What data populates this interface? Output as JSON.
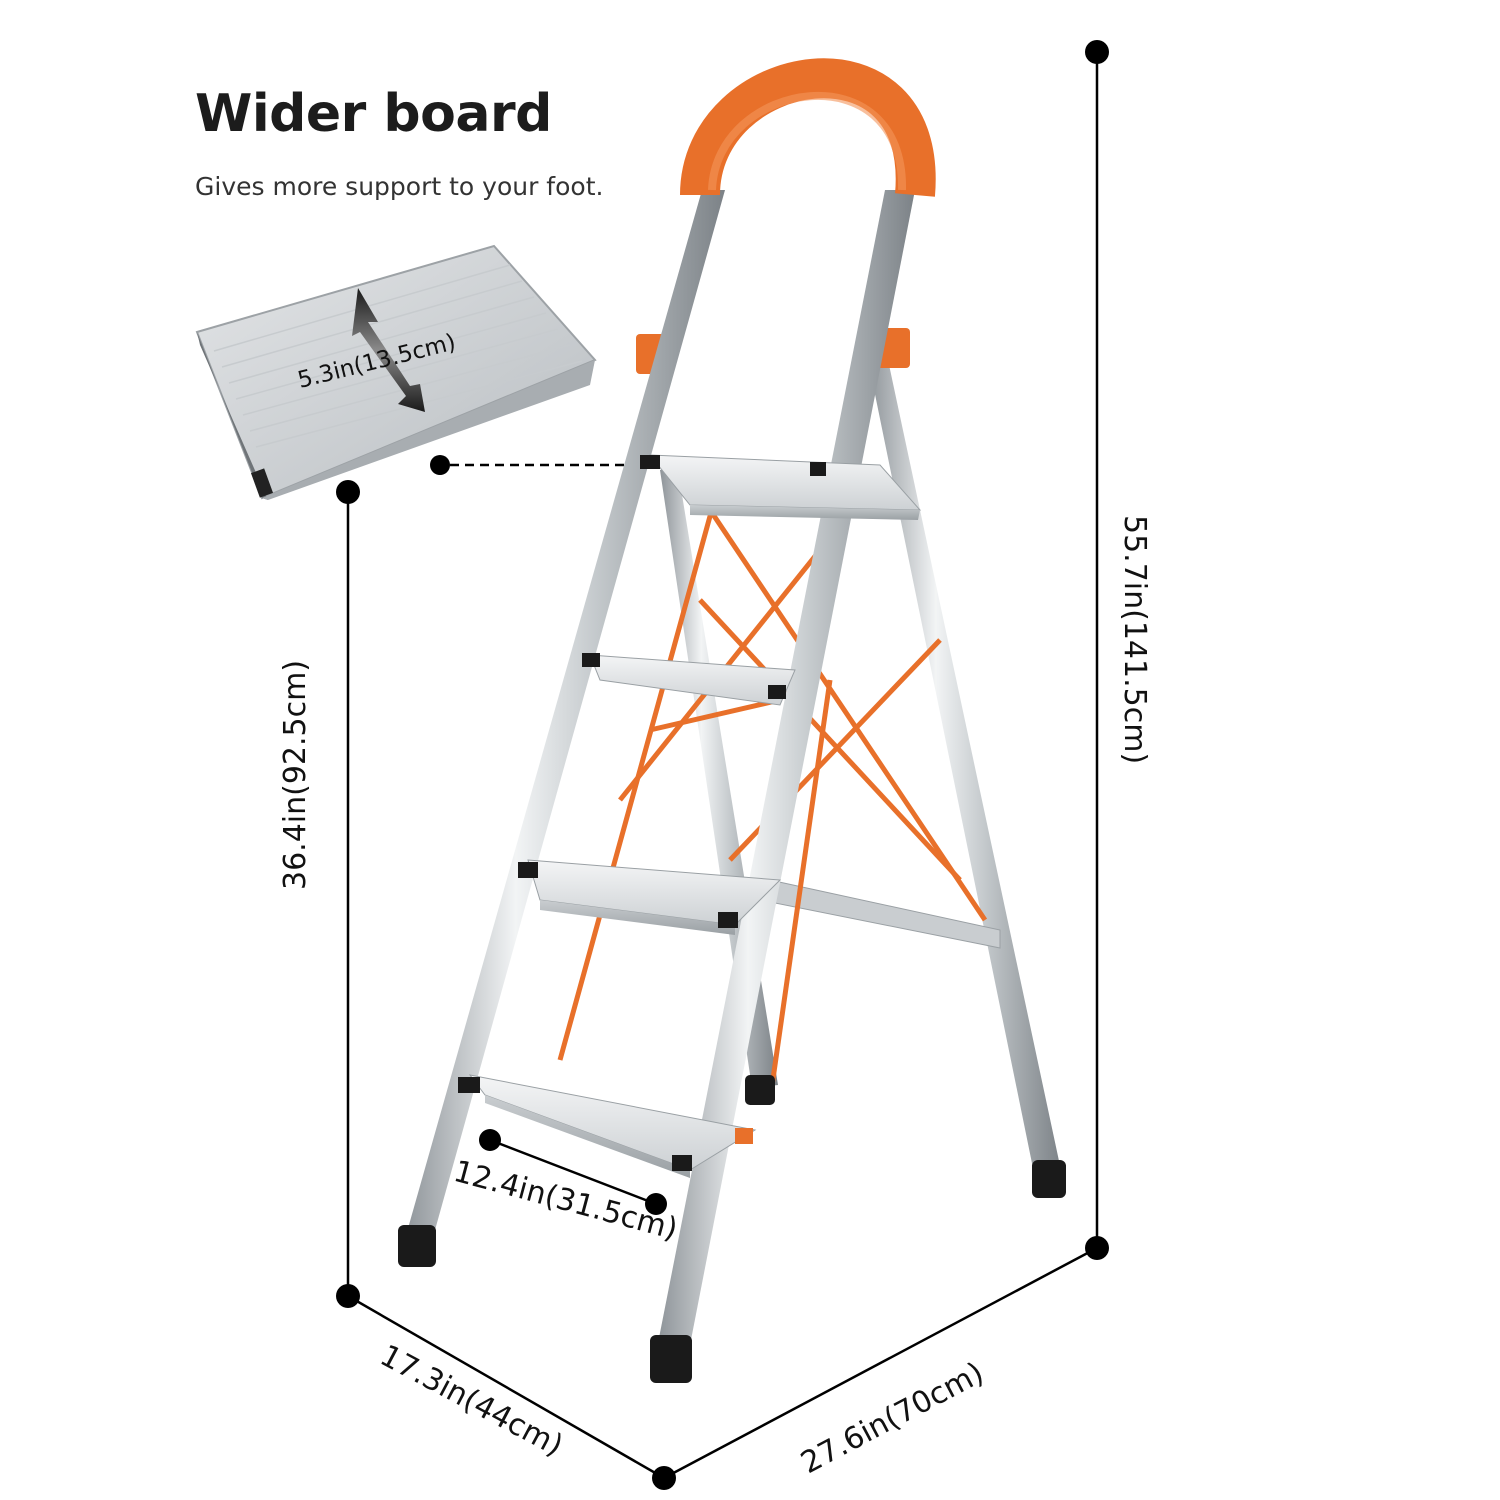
{
  "headline": "Wider board",
  "subtitle": "Gives more support to your foot.",
  "dimensions": {
    "board_width": "5.3in(13.5cm)",
    "platform_height": "36.4in(92.5cm)",
    "total_height": "55.7in(141.5cm)",
    "step_width": "12.4in(31.5cm)",
    "base_depth": "17.3in(44cm)",
    "base_width": "27.6in(70cm)"
  },
  "colors": {
    "accent": "#e8702a",
    "metal": "#cfd3d6",
    "metal_dark": "#8e9499",
    "foot": "#1a1a1a"
  },
  "icons": [
    "double-arrow-icon"
  ]
}
